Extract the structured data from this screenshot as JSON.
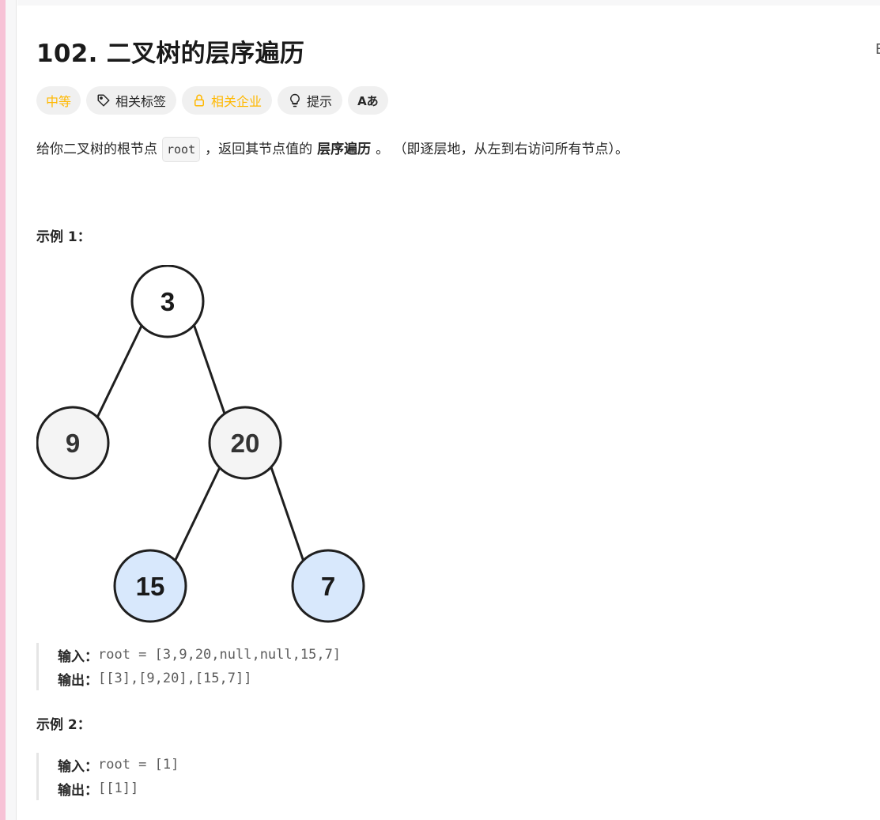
{
  "problem": {
    "title": "102. 二叉树的层序遍历",
    "difficulty": "中等",
    "tags": {
      "related_tags": "相关标签",
      "related_companies": "相关企业",
      "hint": "提示",
      "translate": "Aあ"
    },
    "description": {
      "part1": "给你二叉树的根节点",
      "code": "root",
      "part2": "，返回其节点值的",
      "bold": "层序遍历",
      "part3": "。 （即逐层地，从左到右访问所有节点）。"
    }
  },
  "examples": [
    {
      "title": "示例 1：",
      "input_label": "输入：",
      "input_value": "root = [3,9,20,null,null,15,7]",
      "output_label": "输出：",
      "output_value": "[[3],[9,20],[15,7]]"
    },
    {
      "title": "示例 2：",
      "input_label": "输入：",
      "input_value": "root = [1]",
      "output_label": "输出：",
      "output_value": "[[1]]"
    }
  ],
  "tree": {
    "nodes": [
      {
        "id": "n3",
        "label": "3",
        "fill": "#ffffff"
      },
      {
        "id": "n9",
        "label": "9",
        "fill": "#f4f4f4"
      },
      {
        "id": "n20",
        "label": "20",
        "fill": "#f4f4f4"
      },
      {
        "id": "n15",
        "label": "15",
        "fill": "#d8e8fc"
      },
      {
        "id": "n7",
        "label": "7",
        "fill": "#d8e8fc"
      }
    ]
  },
  "colors": {
    "difficulty_medium": "#ffb800",
    "node_leaf_blue": "#d8e8fc",
    "node_gray": "#f4f4f4"
  }
}
